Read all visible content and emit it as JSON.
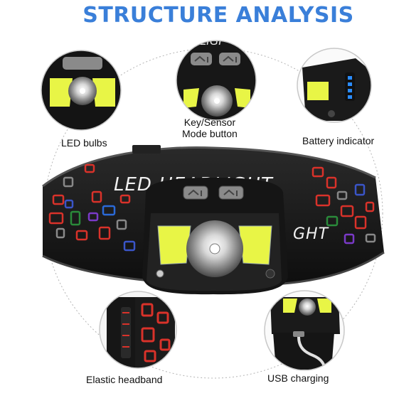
{
  "header": {
    "title": "STRUCTURE ANALYSIS"
  },
  "labels": {
    "led_bulbs": "LED bulbs",
    "key_sensor_line1": "Key/Sensor",
    "key_sensor_line2": "Mode button",
    "battery_indicator": "Battery indicator",
    "elastic_headband": "Elastic headband",
    "usb_charging": "USB charging"
  },
  "product": {
    "band_text": "LED HEADLIGHT",
    "band_text_right": "GHT",
    "callout_text": "ADLIGI"
  },
  "colors": {
    "title": "#3a7fd9",
    "cob_led": "#e8f546",
    "housing": "#1a1a1a",
    "battery_led": "#2a8cff"
  },
  "icons": [
    "usb-cable-icon",
    "button-icon",
    "led-icon"
  ]
}
